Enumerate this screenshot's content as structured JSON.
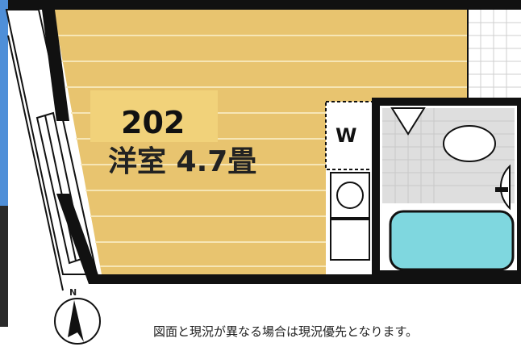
{
  "room": {
    "number": "202",
    "label": "洋室 4.7畳"
  },
  "closet": {
    "label": "W"
  },
  "compass": {
    "north_label": "N"
  },
  "disclaimer": "図面と現況が異なる場合は現況優先となります。",
  "colors": {
    "floor": "#e8c46f",
    "floor_lines": "#f6e6b6",
    "number_highlight": "#f1d27a",
    "wall": "#111111",
    "tile": "#dedede",
    "bathtub": "#7fd7df",
    "outside_blue": "#4f8fd8",
    "outside_dark": "#2a2a2a"
  }
}
